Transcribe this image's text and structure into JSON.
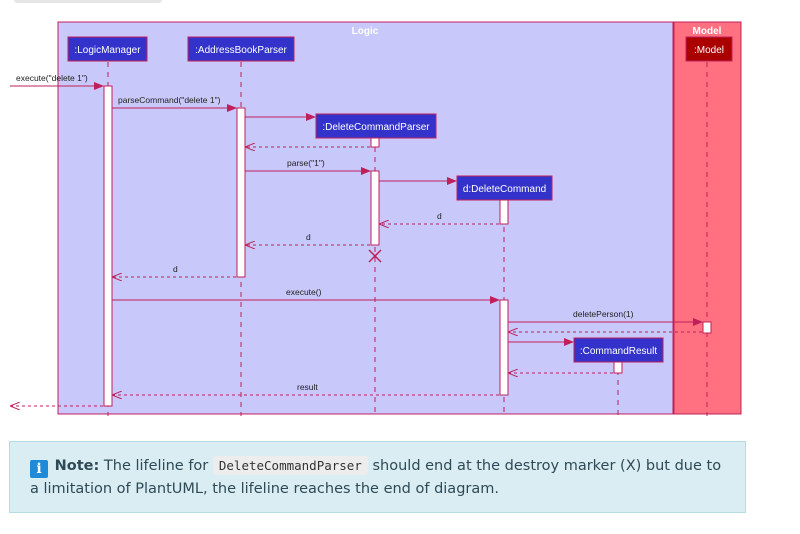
{
  "boxes": {
    "logic": "Logic",
    "model": "Model"
  },
  "participants": {
    "logic_manager": ":LogicManager",
    "address_book_parser": ":AddressBookParser",
    "delete_command_parser": ":DeleteCommandParser",
    "delete_command": "d:DeleteCommand",
    "command_result": ":CommandResult",
    "model": ":Model"
  },
  "messages": {
    "execute_call": "execute(\"delete 1\")",
    "parse_command": "parseCommand(\"delete 1\")",
    "parse": "parse(\"1\")",
    "return_d_1": "d",
    "return_d_2": "d",
    "return_d_3": "d",
    "execute": "execute()",
    "delete_person": "deletePerson(1)",
    "result": "result"
  },
  "note": {
    "icon": "i",
    "label": "Note:",
    "text_before": " The lifeline for ",
    "code": "DeleteCommandParser",
    "text_after": " should end at the destroy marker (X) but due to a limitation of PlantUML, the lifeline reaches the end of diagram."
  },
  "colors": {
    "logic_box": "#c8c8fa",
    "model_box": "#ff7080",
    "participant_fill": "#3333cc",
    "arrow": "#c0205a",
    "note_bg": "#d9edf2"
  }
}
